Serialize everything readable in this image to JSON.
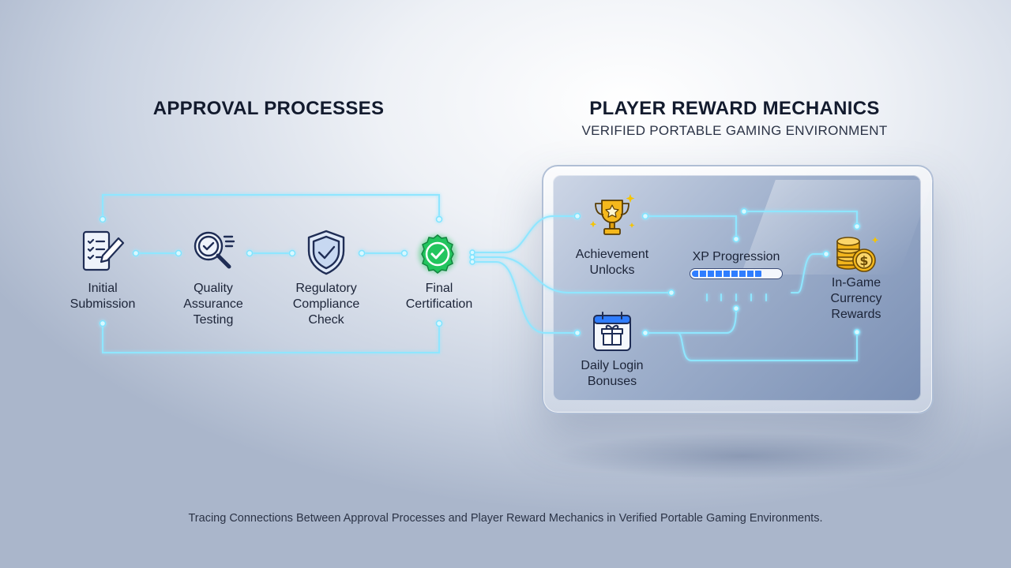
{
  "headings": {
    "approval": "APPROVAL PROCESSES",
    "rewards": "PLAYER REWARD MECHANICS",
    "rewards_subtitle": "VERIFIED PORTABLE GAMING ENVIRONMENT"
  },
  "approval_steps": [
    {
      "label": "Initial\nSubmission",
      "icon": "document-pen-icon"
    },
    {
      "label": "Quality\nAssurance\nTesting",
      "icon": "magnifier-check-icon"
    },
    {
      "label": "Regulatory\nCompliance\nCheck",
      "icon": "shield-check-icon"
    },
    {
      "label": "Final\nCertification",
      "icon": "badge-check-icon"
    }
  ],
  "rewards": [
    {
      "label": "Achievement\nUnlocks",
      "icon": "trophy-icon"
    },
    {
      "label": "XP Progression",
      "icon": "progress-bar-icon",
      "progress": 0.8
    },
    {
      "label": "In-Game\nCurrency\nRewards",
      "icon": "coin-stack-icon"
    },
    {
      "label": "Daily Login\nBonuses",
      "icon": "calendar-gift-icon"
    }
  ],
  "caption": "Tracing Connections Between Approval Processes and Player Reward Mechanics in Verified Portable Gaming Environments.",
  "colors": {
    "connector": "#7fe3ff",
    "certified": "#22c55e",
    "progress": "#2f7dff",
    "icon_stroke": "#1f2d55"
  }
}
